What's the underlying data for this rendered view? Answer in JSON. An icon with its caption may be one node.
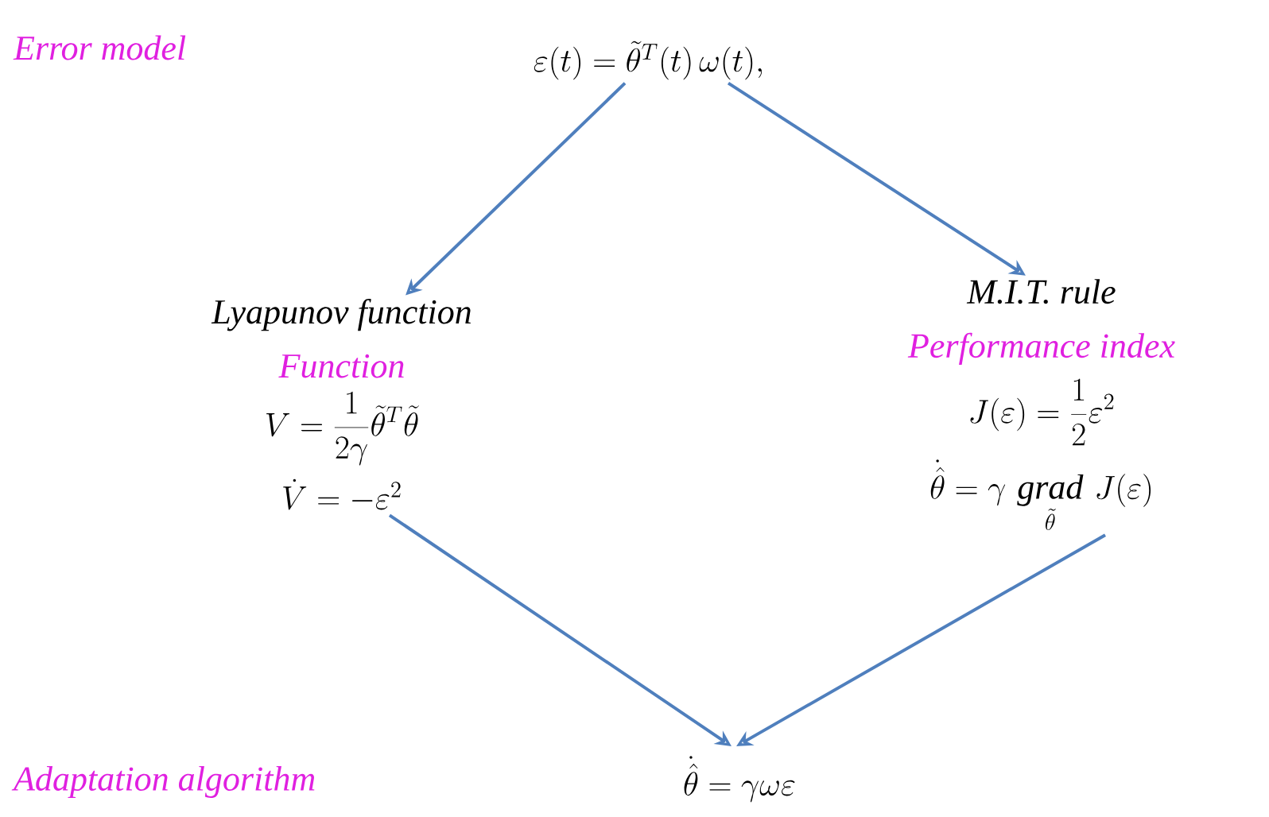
{
  "diagram": {
    "nodes": [
      {
        "text": [
          "\\varepsilon(t)=\\tilde{\\theta}^{T}(t)\\,\\omega(t),"
        ]
      },
      {
        "text": [
          "Lyapunov function",
          "Function",
          "V=\\frac{1}{2\\gamma}\\tilde{\\theta}^{T}\\tilde{\\theta}",
          "\\dot{V}=-\\varepsilon^{2}"
        ]
      },
      {
        "text": [
          "M.I.T. rule",
          "Performance index",
          "J(\\varepsilon)=\\frac{1}{2}\\varepsilon^{2}",
          "\\dot{\\hat{\\theta}}=\\gamma\\,\\mathop{\\mathit{grad}}\\limits_{\\tilde{\\theta}}\\,J(\\varepsilon)"
        ]
      },
      {
        "text": [
          "\\dot{\\hat{\\theta}}=\\gamma\\omega\\varepsilon"
        ]
      }
    ],
    "edges": [
      {
        "from": 0,
        "to": 1,
        "arrow": "to"
      },
      {
        "from": 0,
        "to": 2,
        "arrow": "to"
      },
      {
        "from": 1,
        "to": 3,
        "arrow": "to"
      },
      {
        "from": 2,
        "to": 3,
        "arrow": "to"
      }
    ],
    "labels": [
      "Error model",
      "Adaptation algorithm"
    ]
  }
}
